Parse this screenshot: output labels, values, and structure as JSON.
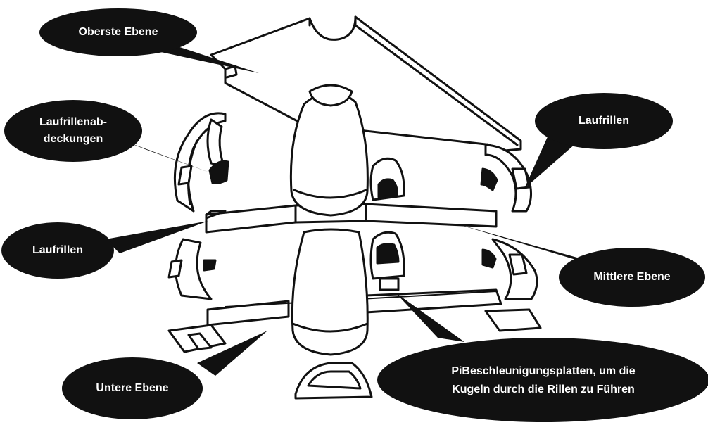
{
  "colors": {
    "ink": "#111111",
    "paper": "#ffffff",
    "callout_fill": "#111111",
    "callout_text": "#ffffff"
  },
  "callouts": {
    "top_level": {
      "label": "Oberste Ebene"
    },
    "groove_covers": {
      "line1": "Laufrillenab-",
      "line2": "deckungen"
    },
    "grooves_right": {
      "label": "Laufrillen"
    },
    "grooves_left": {
      "label": "Laufrillen"
    },
    "middle_level": {
      "label": "Mittlere Ebene"
    },
    "bottom_level": {
      "label": "Untere Ebene"
    },
    "accel_plates": {
      "line1": "PiBeschleunigungsplatten, um die",
      "line2": "Kugeln durch die Rillen zu Führen"
    }
  }
}
